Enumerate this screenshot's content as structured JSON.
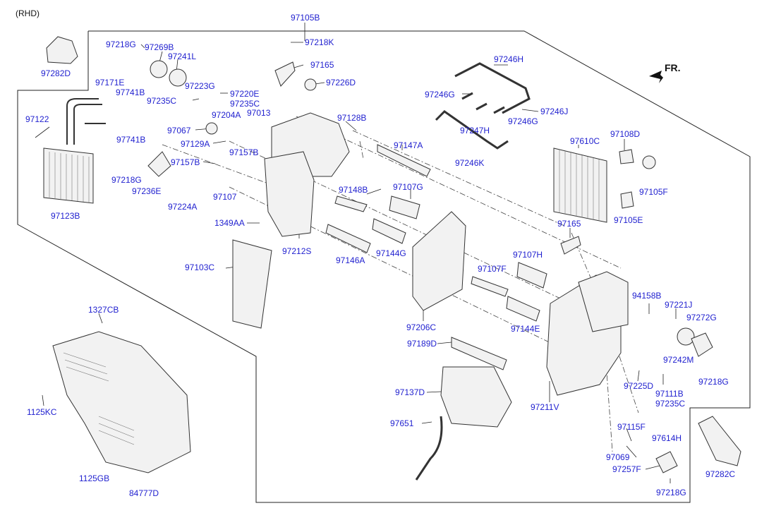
{
  "diagram": {
    "variant_label": "(RHD)",
    "direction_label": "FR.",
    "colors": {
      "label": "#1f1fcf",
      "line": "#222222",
      "part_fill": "#f2f2f2",
      "part_stroke": "#333333"
    },
    "parts": [
      {
        "id": "97105B",
        "label": "97105B"
      },
      {
        "id": "97218K",
        "label": "97218K"
      },
      {
        "id": "97218G-a",
        "label": "97218G"
      },
      {
        "id": "97269B",
        "label": "97269B"
      },
      {
        "id": "97241L",
        "label": "97241L"
      },
      {
        "id": "97282D",
        "label": "97282D"
      },
      {
        "id": "97165-a",
        "label": "97165"
      },
      {
        "id": "97226D",
        "label": "97226D"
      },
      {
        "id": "97246H",
        "label": "97246H"
      },
      {
        "id": "97171E",
        "label": "97171E"
      },
      {
        "id": "97741B-a",
        "label": "97741B"
      },
      {
        "id": "97223G",
        "label": "97223G"
      },
      {
        "id": "97220E",
        "label": "97220E"
      },
      {
        "id": "97235C-a",
        "label": "97235C"
      },
      {
        "id": "97235C-b",
        "label": "97235C"
      },
      {
        "id": "97246G-a",
        "label": "97246G"
      },
      {
        "id": "97246J",
        "label": "97246J"
      },
      {
        "id": "97122",
        "label": "97122"
      },
      {
        "id": "97204A",
        "label": "97204A"
      },
      {
        "id": "97013",
        "label": "97013"
      },
      {
        "id": "97128B",
        "label": "97128B"
      },
      {
        "id": "97067",
        "label": "97067"
      },
      {
        "id": "97741B-b",
        "label": "97741B"
      },
      {
        "id": "97247H",
        "label": "97247H"
      },
      {
        "id": "97246G-b",
        "label": "97246G"
      },
      {
        "id": "97129A",
        "label": "97129A"
      },
      {
        "id": "97157B-a",
        "label": "97157B"
      },
      {
        "id": "97147A",
        "label": "97147A"
      },
      {
        "id": "97610C",
        "label": "97610C"
      },
      {
        "id": "97108D",
        "label": "97108D"
      },
      {
        "id": "97157B-b",
        "label": "97157B"
      },
      {
        "id": "97246K",
        "label": "97246K"
      },
      {
        "id": "97218G-b",
        "label": "97218G"
      },
      {
        "id": "97236E",
        "label": "97236E"
      },
      {
        "id": "97107G",
        "label": "97107G"
      },
      {
        "id": "97148B",
        "label": "97148B"
      },
      {
        "id": "97105F",
        "label": "97105F"
      },
      {
        "id": "97107",
        "label": "97107"
      },
      {
        "id": "97224A",
        "label": "97224A"
      },
      {
        "id": "97123B",
        "label": "97123B"
      },
      {
        "id": "97105E",
        "label": "97105E"
      },
      {
        "id": "1349AA",
        "label": "1349AA"
      },
      {
        "id": "97165-b",
        "label": "97165"
      },
      {
        "id": "97212S",
        "label": "97212S"
      },
      {
        "id": "97144G",
        "label": "97144G"
      },
      {
        "id": "97107H",
        "label": "97107H"
      },
      {
        "id": "97146A",
        "label": "97146A"
      },
      {
        "id": "97103C",
        "label": "97103C"
      },
      {
        "id": "97107F",
        "label": "97107F"
      },
      {
        "id": "94158B",
        "label": "94158B"
      },
      {
        "id": "97221J",
        "label": "97221J"
      },
      {
        "id": "1327CB",
        "label": "1327CB"
      },
      {
        "id": "97272G",
        "label": "97272G"
      },
      {
        "id": "97206C",
        "label": "97206C"
      },
      {
        "id": "97144E",
        "label": "97144E"
      },
      {
        "id": "97189D",
        "label": "97189D"
      },
      {
        "id": "97242M",
        "label": "97242M"
      },
      {
        "id": "97218G-c",
        "label": "97218G"
      },
      {
        "id": "97225D",
        "label": "97225D"
      },
      {
        "id": "97137D",
        "label": "97137D"
      },
      {
        "id": "97111B",
        "label": "97111B"
      },
      {
        "id": "1125KC",
        "label": "1125KC"
      },
      {
        "id": "97235C-c",
        "label": "97235C"
      },
      {
        "id": "97211V",
        "label": "97211V"
      },
      {
        "id": "97651",
        "label": "97651"
      },
      {
        "id": "97115F",
        "label": "97115F"
      },
      {
        "id": "97614H",
        "label": "97614H"
      },
      {
        "id": "97069",
        "label": "97069"
      },
      {
        "id": "97257F",
        "label": "97257F"
      },
      {
        "id": "97282C",
        "label": "97282C"
      },
      {
        "id": "1125GB",
        "label": "1125GB"
      },
      {
        "id": "84777D",
        "label": "84777D"
      },
      {
        "id": "97218G-d",
        "label": "97218G"
      }
    ]
  }
}
